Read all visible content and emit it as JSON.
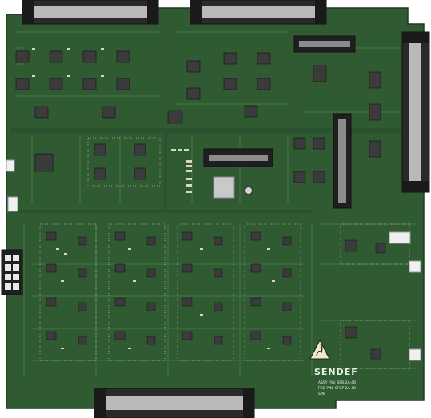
{
  "board": {
    "brand": "SENDEF",
    "assy_pn": "ASSY P/N: SFB-2A-4B",
    "pcb_pn": "PCB P/N: SFBP-2A-4B",
    "serial_label": "S/N:",
    "esd_symbol": "esd-warning",
    "colors": {
      "soldermask": "#2f5a32",
      "soldermask_dark": "#244a27",
      "trace": "#3f6e40",
      "silkscreen": "#e8efe6",
      "ic_body": "#3b3b3b",
      "connector_body": "#2a2a2a",
      "connector_pins": "#b9b9b9",
      "ground_pad": "#c9c9c9",
      "esd_yellow": "#f2e8c9"
    }
  }
}
